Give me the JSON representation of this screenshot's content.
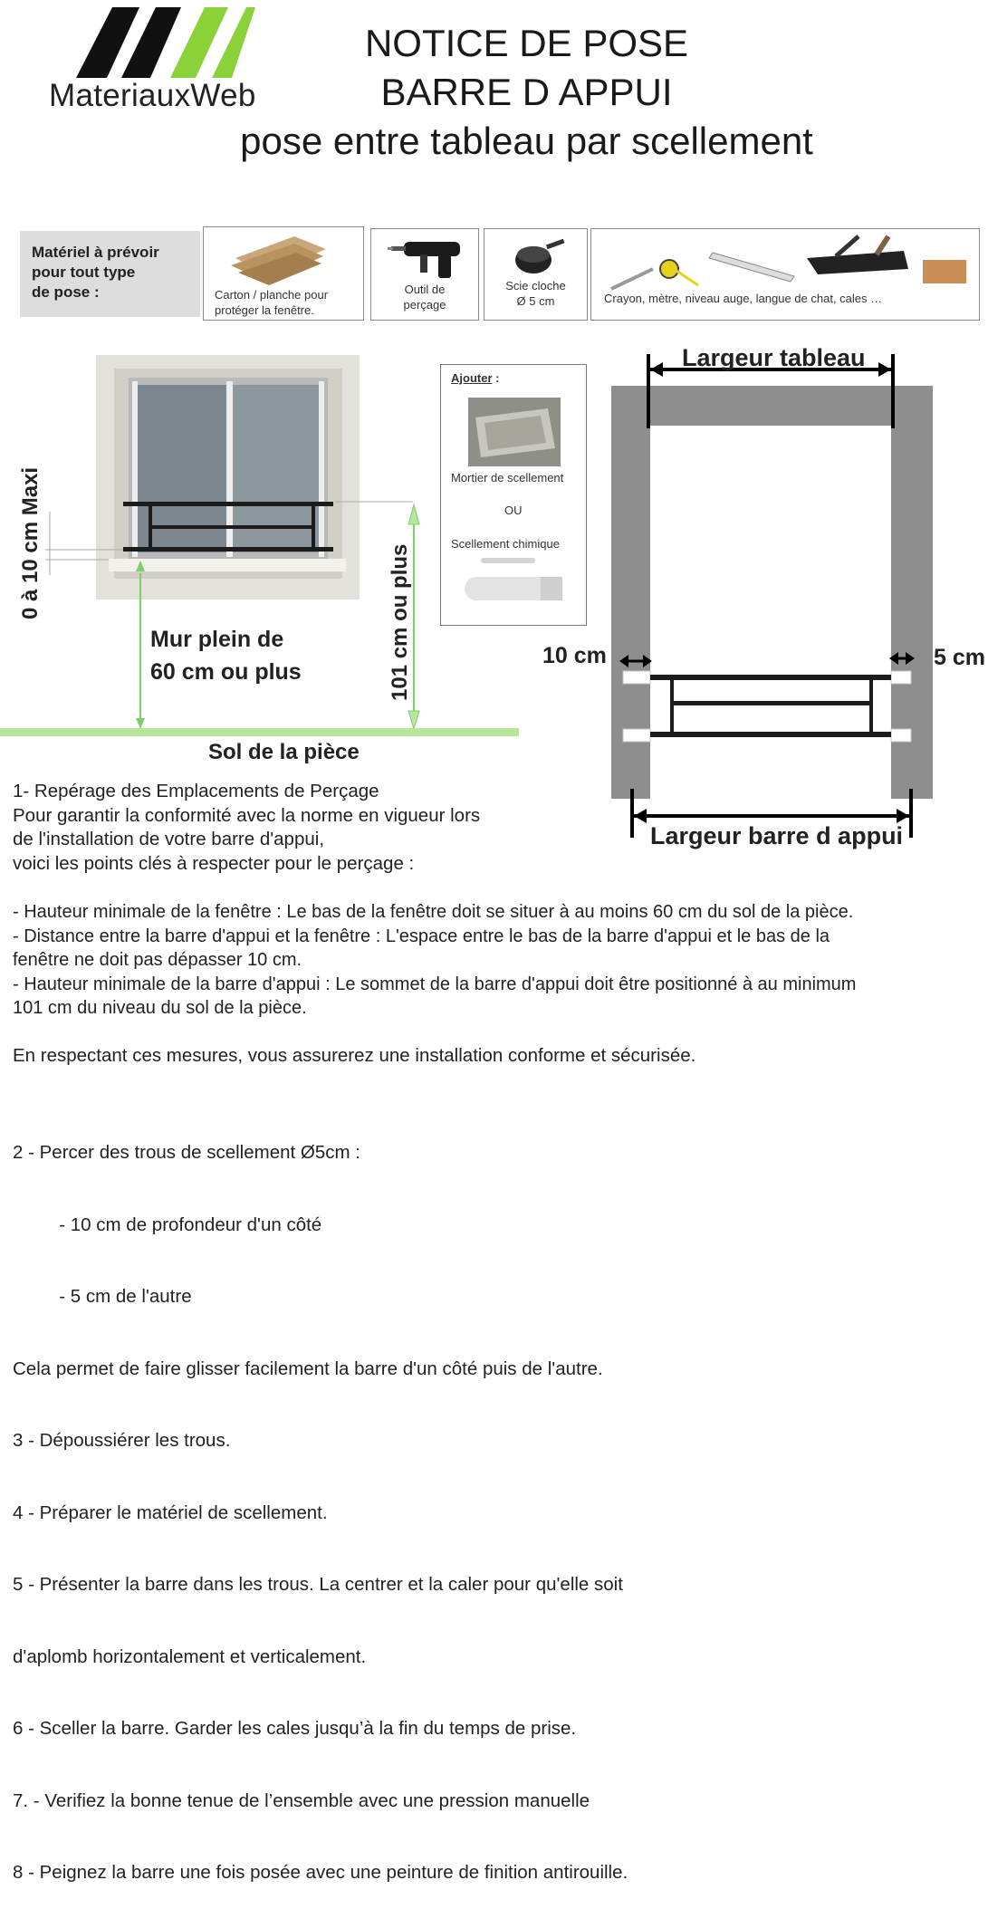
{
  "header": {
    "brand": "MateriauxWeb",
    "title_line1": "NOTICE DE POSE",
    "title_line2": "BARRE D APPUI",
    "title_line3": "pose entre tableau par scellement"
  },
  "materials": {
    "label": [
      "Matériel à prévoir",
      "pour tout type",
      "de pose :"
    ],
    "items": [
      {
        "caption": [
          "Carton / planche pour",
          "protéger la  fenêtre."
        ],
        "icon": "cardboard-icon"
      },
      {
        "caption": [
          "Outil de",
          "perçage"
        ],
        "icon": "drill-icon"
      },
      {
        "caption": [
          "Scie cloche",
          "Ø 5 cm"
        ],
        "icon": "hole-saw-icon"
      },
      {
        "caption": [
          "Crayon, mètre, niveau  auge, langue de chat, cales …"
        ],
        "icon": "tools-icon"
      }
    ]
  },
  "diagram_left": {
    "label_gap": "0 à 10 cm Maxi",
    "label_wall": [
      "Mur plein de",
      "60 cm ou plus"
    ],
    "label_height": "101 cm ou plus",
    "label_floor": "Sol de la pièce"
  },
  "add_box": {
    "title": "Ajouter",
    "colon": " :",
    "item1": "Mortier de scellement",
    "or": "OU",
    "item2": "Scellement chimique"
  },
  "diagram_right": {
    "label_top": "Largeur tableau",
    "label_left": "10 cm",
    "label_right": "5 cm",
    "label_bottom": "Largeur barre d appui"
  },
  "instructions": {
    "section1": [
      "1- Repérage des Emplacements de Perçage",
      "Pour garantir la conformité avec la norme en vigueur lors",
      "de l'installation de votre barre d'appui,",
      "voici les points clés à respecter pour le perçage :"
    ],
    "rules": [
      "-  Hauteur minimale de la fenêtre : Le bas de la fenêtre doit se situer à au moins 60 cm du sol de la pièce.",
      "-  Distance entre la barre d'appui et la fenêtre : L'espace entre le bas de la barre d'appui et le bas de la",
      "fenêtre ne doit pas dépasser 10 cm.",
      "-  Hauteur minimale de la barre d'appui : Le sommet de la barre d'appui doit être positionné à au minimum",
      " 101 cm du niveau du sol de la pièce."
    ],
    "conclusion": "En respectant ces mesures, vous assurerez une installation conforme et sécurisée.",
    "steps": [
      "2 - Percer des trous de scellement Ø5cm :",
      "         - 10 cm de profondeur d'un côté",
      "         - 5 cm de l'autre",
      "Cela permet de faire glisser facilement la barre d'un côté puis de l'autre.",
      "3 - Dépoussiérer les trous.",
      "4 - Préparer le matériel de scellement.",
      "5 - Présenter la barre dans les trous. La centrer et la caler pour qu'elle soit",
      "d'aplomb horizontalement et verticalement.",
      "6 - Sceller la barre. Garder les cales jusqu’à la fin du temps de prise.",
      "7. - Verifiez la bonne tenue de l’ensemble avec une pression manuelle",
      "8 - Peignez la barre une fois posée avec une peinture de finition antirouille."
    ]
  },
  "colors": {
    "logo_black": "#111111",
    "logo_green": "#8bd13a",
    "floor_green": "#b7e59c",
    "arrow_green": "#7ccf6a",
    "wall_gray": "#8e8e8e"
  }
}
